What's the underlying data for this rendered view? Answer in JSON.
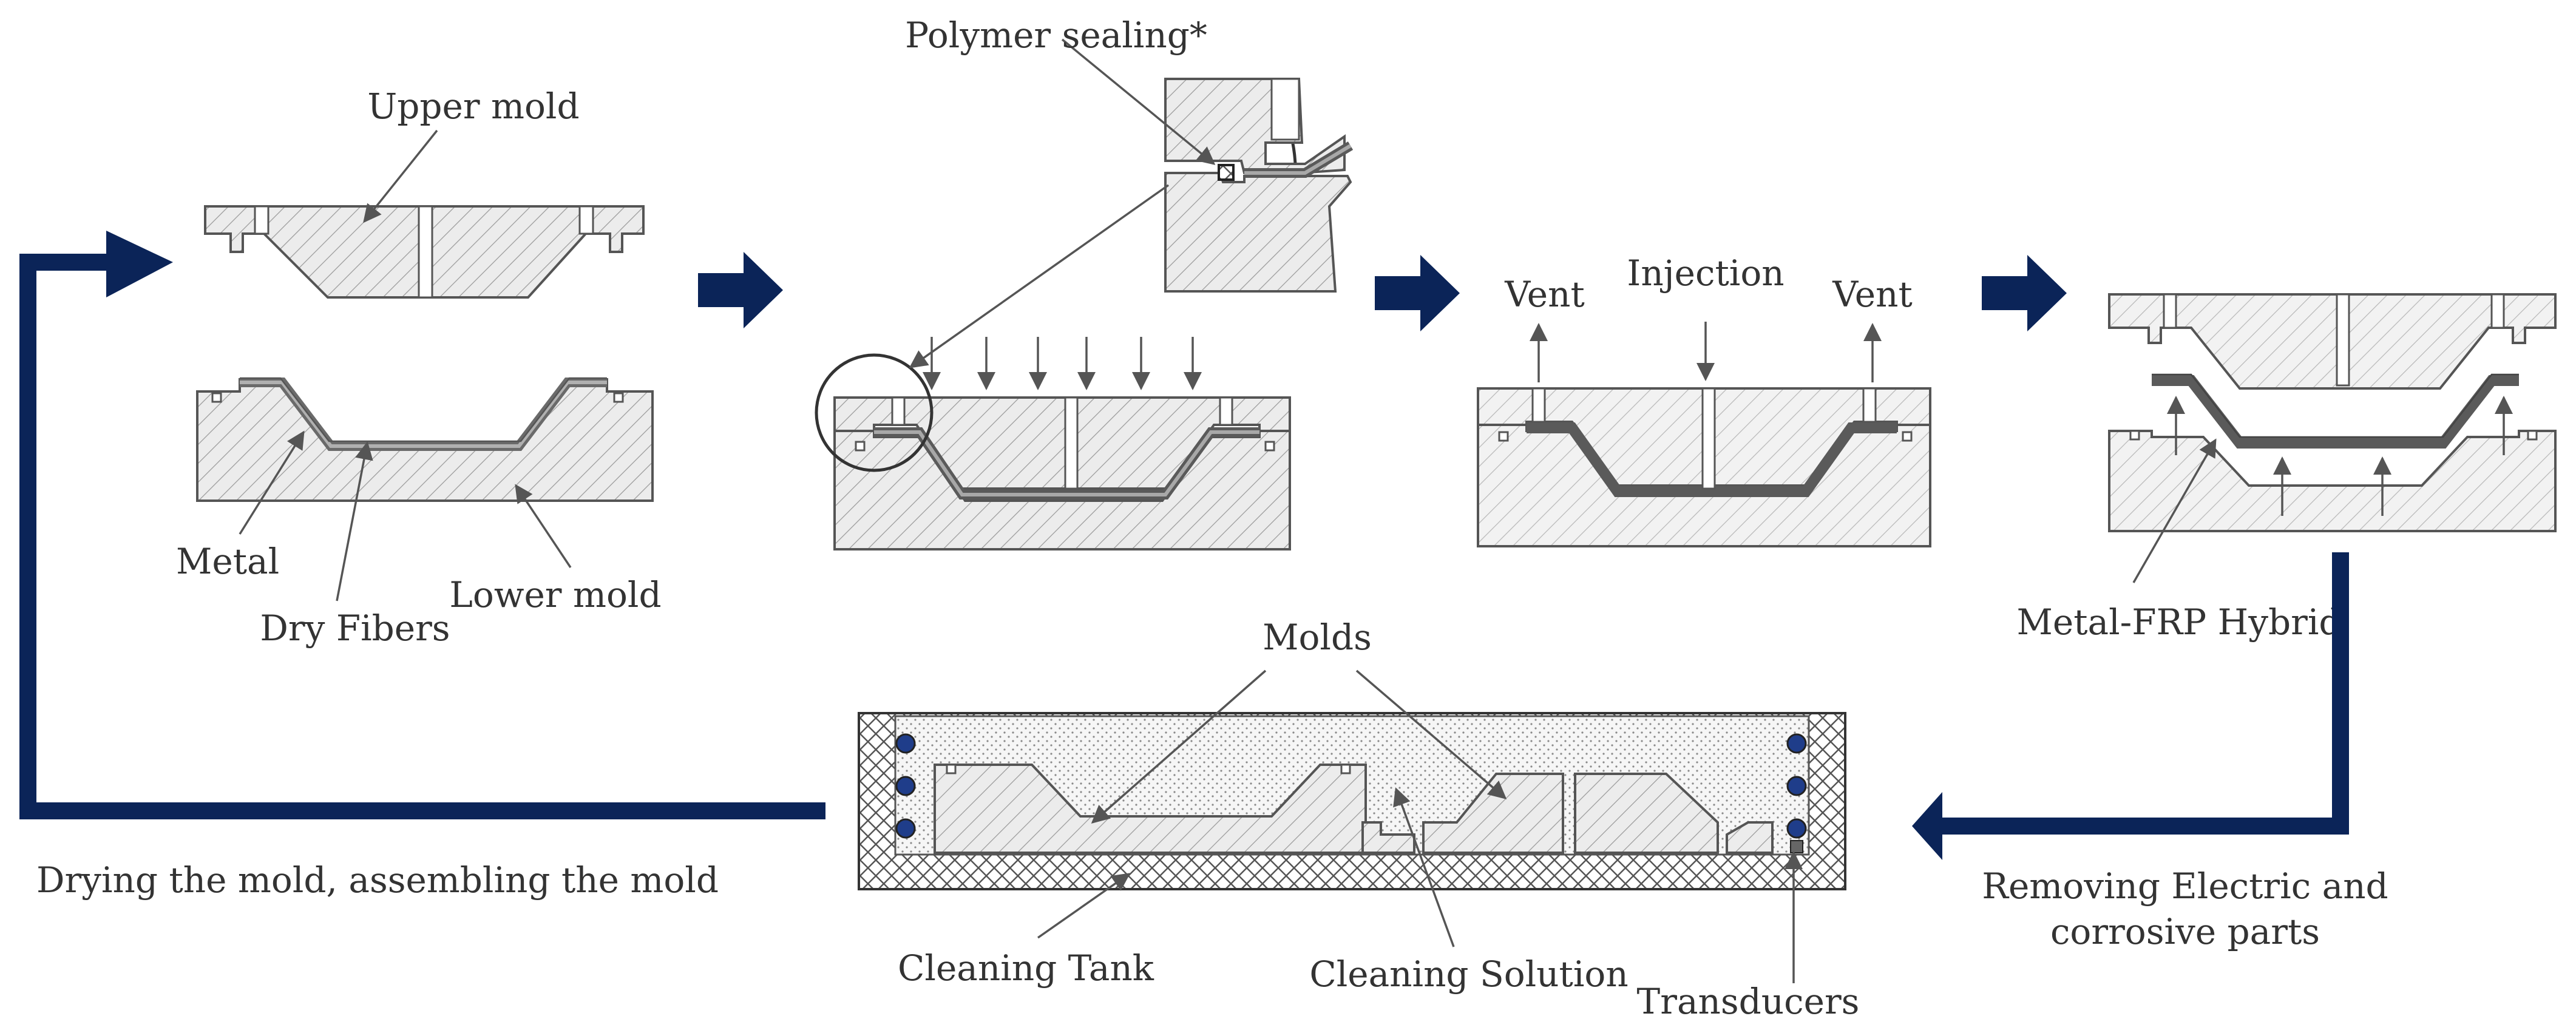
{
  "labels": {
    "upper_mold": "Upper mold",
    "metal": "Metal",
    "dry_fibers": "Dry Fibers",
    "lower_mold": "Lower mold",
    "polymer_sealing": "Polymer sealing*",
    "vent_left": "Vent",
    "injection": "Injection",
    "vent_right": "Vent",
    "hybrid": "Metal-FRP Hybrid",
    "molds": "Molds",
    "cleaning_tank": "Cleaning Tank",
    "cleaning_solution": "Cleaning Solution",
    "transducers": "Transducers",
    "removing_line1": "Removing Electric and",
    "removing_line2": "corrosive parts",
    "drying": "Drying the mold, assembling the mold"
  },
  "colors": {
    "flow_arrow": "#0b2458",
    "mold_fill": "#e8e8e8",
    "hybrid_layer": "#5a5a5a",
    "fiber_layer": "#a8a8a8",
    "transducer": "#1f3d8a"
  }
}
